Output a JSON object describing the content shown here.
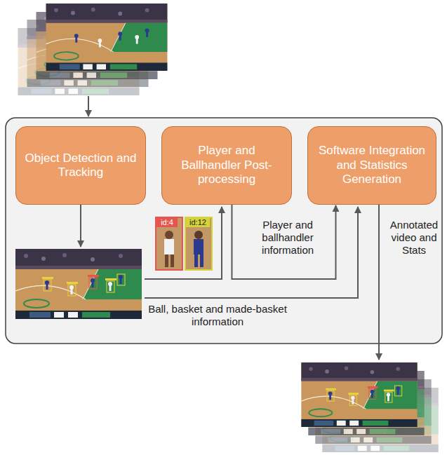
{
  "diagram": {
    "nodes": [
      {
        "text": [
          "Object Detection and Tracking"
        ]
      },
      {
        "text": [
          "Player and Ballhandler Post-processing"
        ]
      },
      {
        "text": [
          "Software Integration and Statistics Generation"
        ]
      }
    ],
    "edges": [
      {
        "from": 1,
        "to": 2,
        "arrow": "to",
        "label": "Player and ballhandler information"
      }
    ],
    "labels": [
      "id:4",
      "id:12",
      "Ball, basket and made-basket information",
      "Annotated video and Stats"
    ]
  }
}
